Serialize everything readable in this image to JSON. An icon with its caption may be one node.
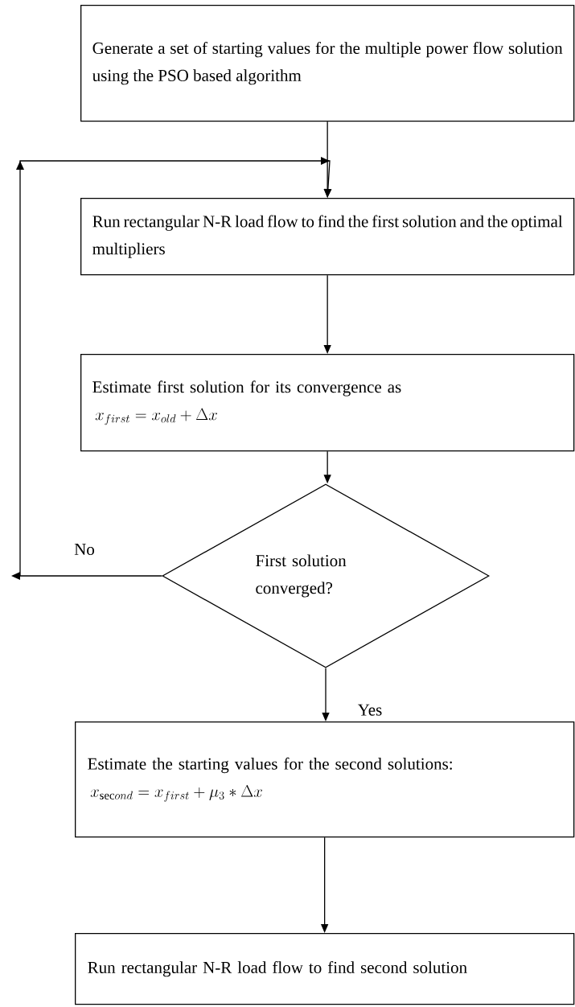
{
  "diagram": {
    "nodes": [
      {
        "text": [
          "Generate a set of starting values for the multiple power flow solution using the PSO based algorithm"
        ]
      },
      {
        "text": [
          "Run rectangular N-R load flow to find the first solution and the optimal multipliers"
        ]
      },
      {
        "text": [
          "Estimate first solution for its convergence as",
          "x_{first} = x_{old} + \\Delta x"
        ]
      },
      {
        "text": [
          "First solution converged?"
        ]
      },
      {
        "text": [
          "Estimate the starting values for the second solutions:",
          "x_{\\mathrm{sec}ond} = x_{first} + \\mu_3 * \\Delta x"
        ]
      },
      {
        "text": [
          "Run rectangular N-R load flow to find second solution"
        ]
      }
    ],
    "edges": [
      {
        "from": 0,
        "to": 1,
        "arrow": "to"
      },
      {
        "from": 1,
        "to": 2,
        "arrow": "to"
      },
      {
        "from": 2,
        "to": 3,
        "arrow": "to"
      },
      {
        "from": 3,
        "to": 1,
        "arrow": "to",
        "label": "No"
      },
      {
        "from": 3,
        "to": 4,
        "arrow": "to",
        "label": "Yes"
      },
      {
        "from": 4,
        "to": 5,
        "arrow": "to"
      }
    ]
  }
}
